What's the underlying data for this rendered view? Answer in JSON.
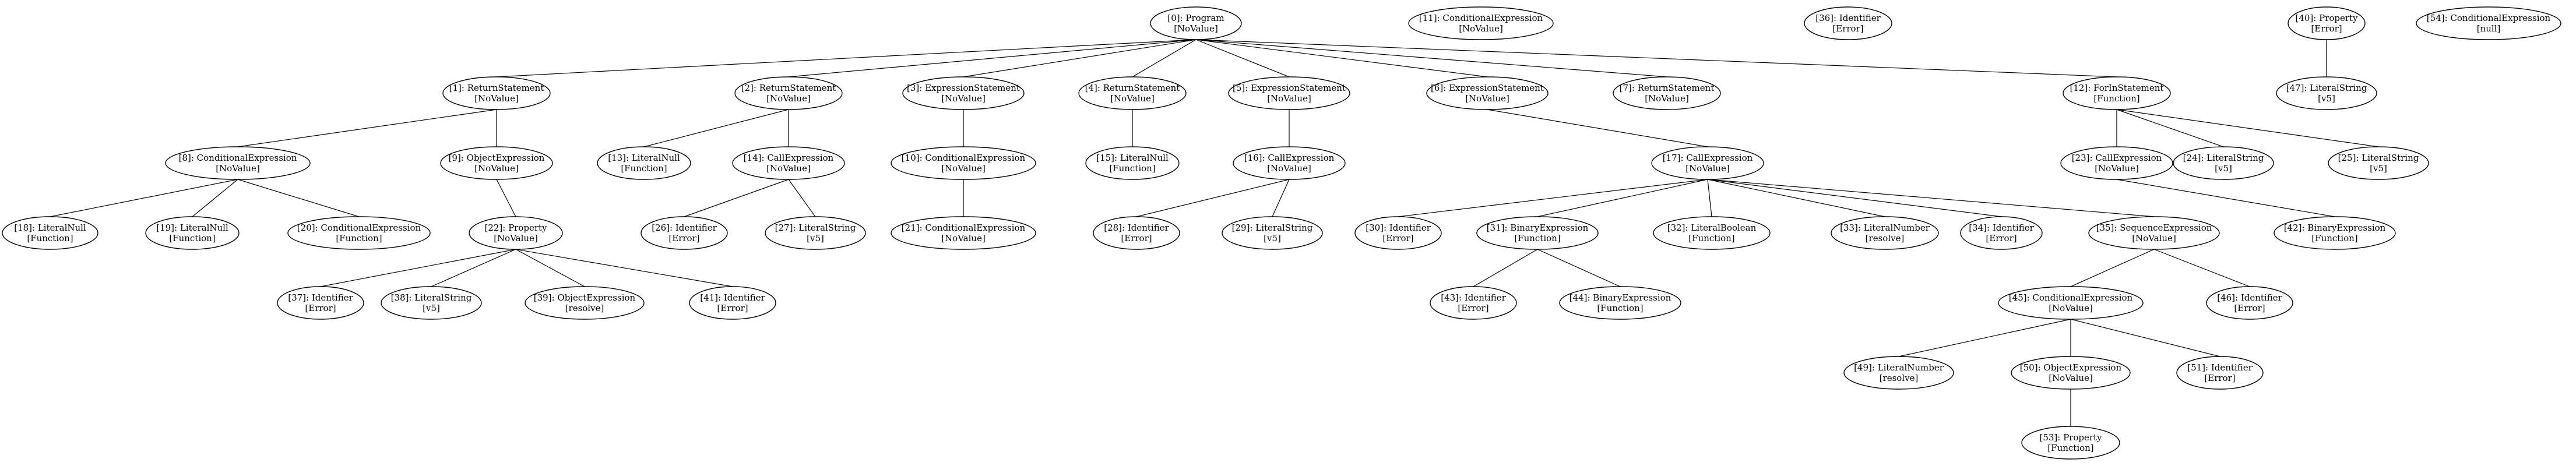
{
  "nodes": [
    {
      "id": 0,
      "line1": "[0]: Program",
      "line2": "[NoValue]"
    },
    {
      "id": 1,
      "line1": "[1]: ReturnStatement",
      "line2": "[NoValue]"
    },
    {
      "id": 2,
      "line1": "[2]: ReturnStatement",
      "line2": "[NoValue]"
    },
    {
      "id": 3,
      "line1": "[3]: ExpressionStatement",
      "line2": "[NoValue]"
    },
    {
      "id": 4,
      "line1": "[4]: ReturnStatement",
      "line2": "[NoValue]"
    },
    {
      "id": 5,
      "line1": "[5]: ExpressionStatement",
      "line2": "[NoValue]"
    },
    {
      "id": 6,
      "line1": "[6]: ExpressionStatement",
      "line2": "[NoValue]"
    },
    {
      "id": 7,
      "line1": "[7]: ReturnStatement",
      "line2": "[NoValue]"
    },
    {
      "id": 8,
      "line1": "[8]: ConditionalExpression",
      "line2": "[NoValue]"
    },
    {
      "id": 9,
      "line1": "[9]: ObjectExpression",
      "line2": "[NoValue]"
    },
    {
      "id": 10,
      "line1": "[10]: ConditionalExpression",
      "line2": "[NoValue]"
    },
    {
      "id": 11,
      "line1": "[11]: ConditionalExpression",
      "line2": "[NoValue]"
    },
    {
      "id": 12,
      "line1": "[12]: ForInStatement",
      "line2": "[Function]"
    },
    {
      "id": 13,
      "line1": "[13]: LiteralNull",
      "line2": "[Function]"
    },
    {
      "id": 14,
      "line1": "[14]: CallExpression",
      "line2": "[NoValue]"
    },
    {
      "id": 15,
      "line1": "[15]: LiteralNull",
      "line2": "[Function]"
    },
    {
      "id": 16,
      "line1": "[16]: CallExpression",
      "line2": "[NoValue]"
    },
    {
      "id": 17,
      "line1": "[17]: CallExpression",
      "line2": "[NoValue]"
    },
    {
      "id": 18,
      "line1": "[18]: LiteralNull",
      "line2": "[Function]"
    },
    {
      "id": 19,
      "line1": "[19]: LiteralNull",
      "line2": "[Function]"
    },
    {
      "id": 20,
      "line1": "[20]: ConditionalExpression",
      "line2": "[Function]"
    },
    {
      "id": 21,
      "line1": "[21]: ConditionalExpression",
      "line2": "[NoValue]"
    },
    {
      "id": 22,
      "line1": "[22]: Property",
      "line2": "[NoValue]"
    },
    {
      "id": 23,
      "line1": "[23]: CallExpression",
      "line2": "[NoValue]"
    },
    {
      "id": 24,
      "line1": "[24]: LiteralString",
      "line2": "[v5]"
    },
    {
      "id": 25,
      "line1": "[25]: LiteralString",
      "line2": "[v5]"
    },
    {
      "id": 26,
      "line1": "[26]: Identifier",
      "line2": "[Error]"
    },
    {
      "id": 27,
      "line1": "[27]: LiteralString",
      "line2": "[v5]"
    },
    {
      "id": 28,
      "line1": "[28]: Identifier",
      "line2": "[Error]"
    },
    {
      "id": 29,
      "line1": "[29]: LiteralString",
      "line2": "[v5]"
    },
    {
      "id": 30,
      "line1": "[30]: Identifier",
      "line2": "[Error]"
    },
    {
      "id": 31,
      "line1": "[31]: BinaryExpression",
      "line2": "[Function]"
    },
    {
      "id": 32,
      "line1": "[32]: LiteralBoolean",
      "line2": "[Function]"
    },
    {
      "id": 33,
      "line1": "[33]: LiteralNumber",
      "line2": "[resolve]"
    },
    {
      "id": 34,
      "line1": "[34]: Identifier",
      "line2": "[Error]"
    },
    {
      "id": 35,
      "line1": "[35]: SequenceExpression",
      "line2": "[NoValue]"
    },
    {
      "id": 36,
      "line1": "[36]: Identifier",
      "line2": "[Error]"
    },
    {
      "id": 37,
      "line1": "[37]: Identifier",
      "line2": "[Error]"
    },
    {
      "id": 38,
      "line1": "[38]: LiteralString",
      "line2": "[v5]"
    },
    {
      "id": 39,
      "line1": "[39]: ObjectExpression",
      "line2": "[resolve]"
    },
    {
      "id": 40,
      "line1": "[40]: Property",
      "line2": "[Error]"
    },
    {
      "id": 41,
      "line1": "[41]: Identifier",
      "line2": "[Error]"
    },
    {
      "id": 42,
      "line1": "[42]: BinaryExpression",
      "line2": "[Function]"
    },
    {
      "id": 43,
      "line1": "[43]: Identifier",
      "line2": "[Error]"
    },
    {
      "id": 44,
      "line1": "[44]: BinaryExpression",
      "line2": "[Function]"
    },
    {
      "id": 45,
      "line1": "[45]: ConditionalExpression",
      "line2": "[NoValue]"
    },
    {
      "id": 46,
      "line1": "[46]: Identifier",
      "line2": "[Error]"
    },
    {
      "id": 47,
      "line1": "[47]: LiteralString",
      "line2": "[v5]"
    },
    {
      "id": 49,
      "line1": "[49]: LiteralNumber",
      "line2": "[resolve]"
    },
    {
      "id": 50,
      "line1": "[50]: ObjectExpression",
      "line2": "[NoValue]"
    },
    {
      "id": 51,
      "line1": "[51]: Identifier",
      "line2": "[Error]"
    },
    {
      "id": 53,
      "line1": "[53]: Property",
      "line2": "[Function]"
    },
    {
      "id": 54,
      "line1": "[54]: ConditionalExpression",
      "line2": "[null]"
    }
  ],
  "edges": [
    [
      0,
      1
    ],
    [
      0,
      2
    ],
    [
      0,
      3
    ],
    [
      0,
      4
    ],
    [
      0,
      5
    ],
    [
      0,
      6
    ],
    [
      0,
      7
    ],
    [
      0,
      12
    ],
    [
      1,
      8
    ],
    [
      1,
      9
    ],
    [
      2,
      13
    ],
    [
      2,
      14
    ],
    [
      3,
      10
    ],
    [
      4,
      15
    ],
    [
      5,
      16
    ],
    [
      6,
      17
    ],
    [
      8,
      18
    ],
    [
      8,
      19
    ],
    [
      8,
      20
    ],
    [
      9,
      22
    ],
    [
      10,
      21
    ],
    [
      12,
      23
    ],
    [
      12,
      24
    ],
    [
      12,
      25
    ],
    [
      14,
      26
    ],
    [
      14,
      27
    ],
    [
      16,
      28
    ],
    [
      16,
      29
    ],
    [
      17,
      30
    ],
    [
      17,
      31
    ],
    [
      17,
      32
    ],
    [
      17,
      33
    ],
    [
      17,
      34
    ],
    [
      17,
      35
    ],
    [
      22,
      37
    ],
    [
      22,
      38
    ],
    [
      22,
      39
    ],
    [
      22,
      41
    ],
    [
      23,
      42
    ],
    [
      31,
      43
    ],
    [
      31,
      44
    ],
    [
      35,
      45
    ],
    [
      35,
      46
    ],
    [
      40,
      47
    ],
    [
      45,
      49
    ],
    [
      45,
      50
    ],
    [
      45,
      51
    ],
    [
      50,
      53
    ]
  ]
}
